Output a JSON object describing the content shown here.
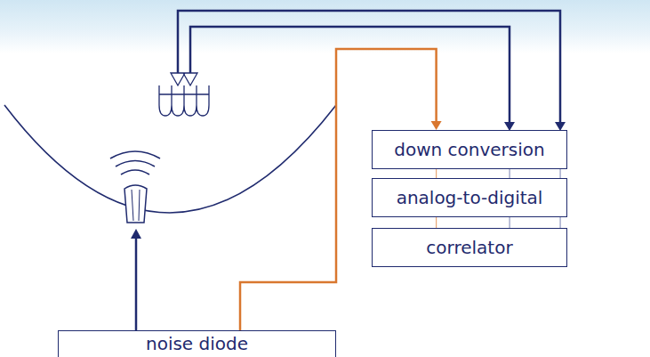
{
  "diagram": {
    "nodes": [
      {
        "text": [
          "noise diode"
        ]
      },
      {
        "text": [
          "down conversion"
        ]
      },
      {
        "text": [
          "analog-to-digital"
        ]
      },
      {
        "text": [
          "correlator"
        ]
      }
    ],
    "edges": [
      {
        "from": 0,
        "to": 1,
        "arrow": "to"
      },
      {
        "from": 1,
        "to": 2,
        "arrow": "none"
      },
      {
        "from": 1,
        "to": 2,
        "arrow": "none"
      },
      {
        "from": 1,
        "to": 2,
        "arrow": "none"
      },
      {
        "from": 2,
        "to": 3,
        "arrow": "none"
      },
      {
        "from": 2,
        "to": 3,
        "arrow": "none"
      },
      {
        "from": 2,
        "to": 3,
        "arrow": "none"
      }
    ]
  }
}
